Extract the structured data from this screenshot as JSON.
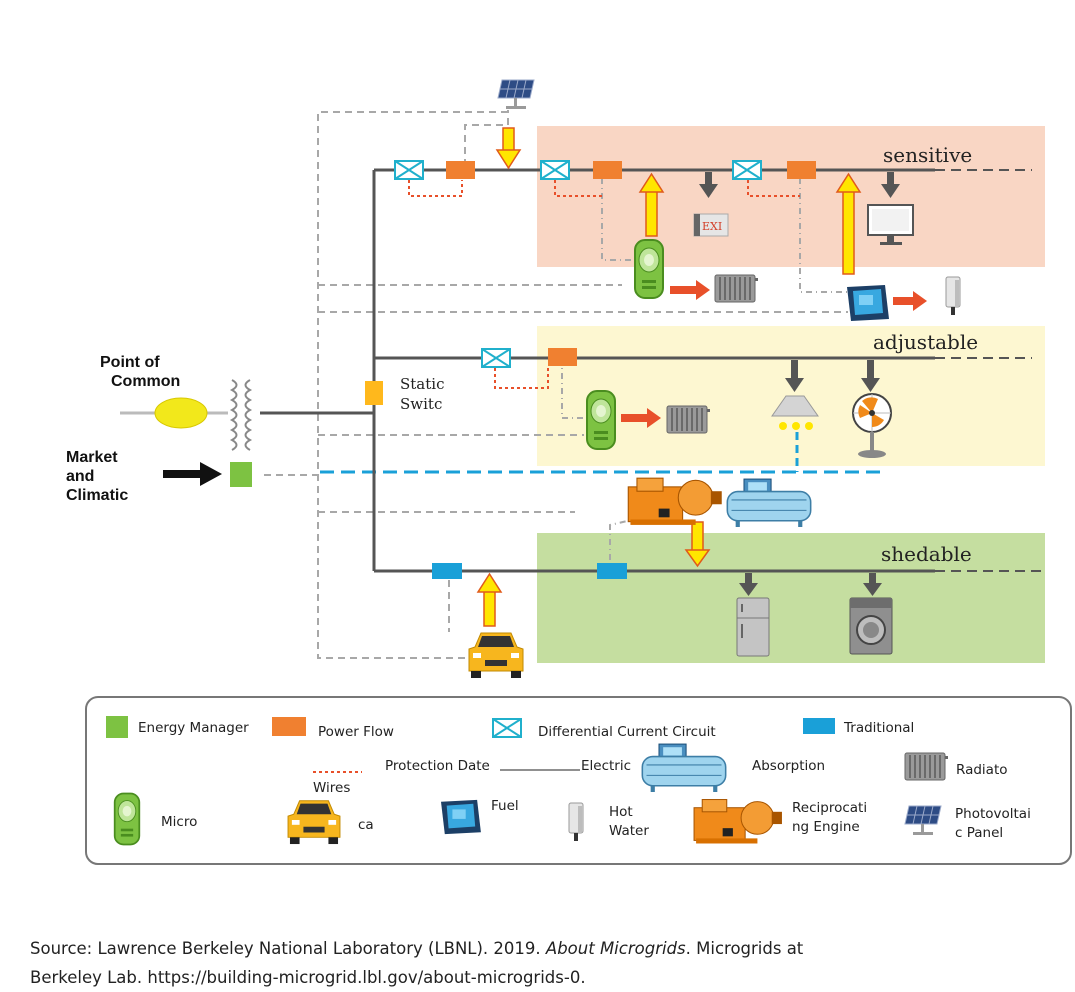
{
  "zones": {
    "sensitive": "sensitive",
    "adjustable": "adjustable",
    "shedable": "shedable"
  },
  "point_of_common": {
    "line1": "Point of",
    "line2": "Common"
  },
  "market": {
    "line1": "Market",
    "line2": "and",
    "line3": "Climatic"
  },
  "static_switch": {
    "line1": "Static",
    "line2": "Switc"
  },
  "exit_sign": "EXI",
  "legend": {
    "energy_manager": "Energy Manager",
    "power_flow": "Power Flow",
    "differential_current_circuit": "Differential Current Circuit",
    "traditional": "Traditional",
    "protection_date": "Protection Date",
    "electric": "Electric",
    "wires": "Wires",
    "absorption": "Absorption",
    "radiator": "Radiato",
    "micro": "Micro",
    "car": "ca",
    "fuel": "Fuel",
    "hot_water_1": "Hot",
    "hot_water_2": "Water",
    "recip_1": "Reciprocati",
    "recip_2": "ng Engine",
    "pv_1": "Photovoltai",
    "pv_2": "c Panel"
  },
  "source": {
    "prefix": "Source: Lawrence Berkeley National Laboratory (LBNL). 2019. ",
    "title": "About Microgrids",
    "suffix": ". Microgrids at",
    "line2": "Berkeley Lab.  https://building-microgrid.lbl.gov/about-microgrids-0."
  },
  "colors": {
    "sensitive_bg": "#f9d6c4",
    "adjustable_bg": "#fdf7d1",
    "shedable_bg": "#c5dea0",
    "energy_manager": "#7dc242",
    "power_flow": "#f08030",
    "traditional": "#1aa0d8",
    "arrow_yellow": "#ffe600",
    "arrow_red": "#e8502a"
  }
}
